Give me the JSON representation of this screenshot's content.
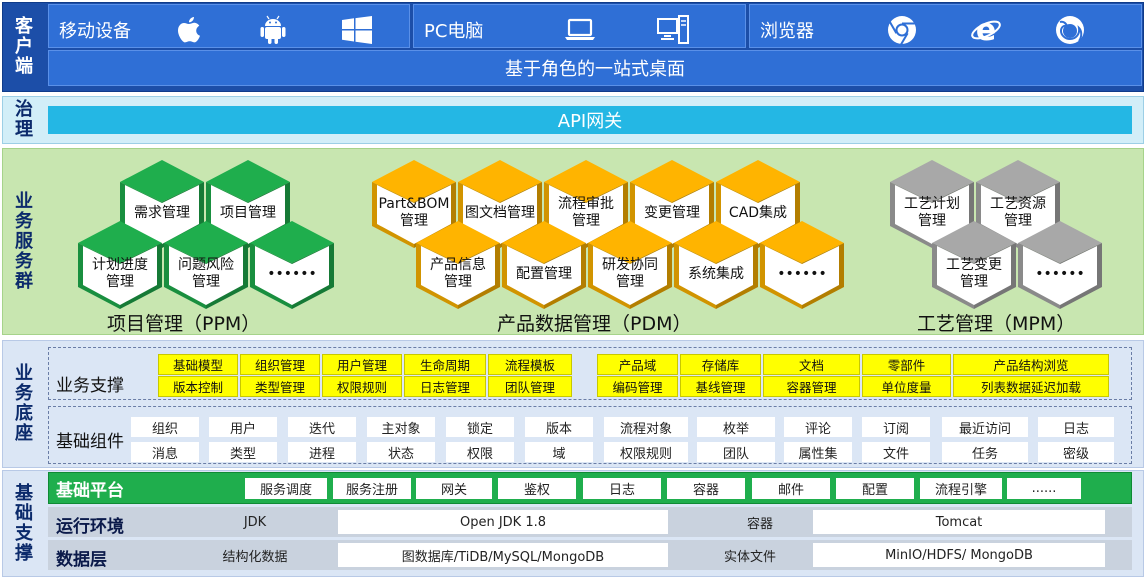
{
  "layers": {
    "client": [
      "客",
      "户",
      "端"
    ],
    "governance": [
      "治",
      "理"
    ],
    "service": [
      "业",
      "务",
      "服",
      "务",
      "群"
    ],
    "base": [
      "业",
      "务",
      "底",
      "座"
    ],
    "support": [
      "基",
      "础",
      "支",
      "撑"
    ]
  },
  "client": {
    "mobile": "移动设备",
    "pc": "PC电脑",
    "browser": "浏览器",
    "desktop": "基于角色的一站式桌面",
    "icons": [
      "apple-icon",
      "android-icon",
      "windows-icon",
      "laptop-icon",
      "desktop-pc-icon",
      "chrome-icon",
      "ie-icon",
      "firefox-icon"
    ]
  },
  "governance": {
    "api": "API网关"
  },
  "services": {
    "ppm": {
      "caption": "项目管理（PPM）",
      "color": "#1fae4d",
      "modules": [
        "需求管理",
        "项目管理",
        "计划进度\n管理",
        "问题风险\n管理",
        "••••••"
      ]
    },
    "pdm": {
      "caption": "产品数据管理（PDM）",
      "color": "#ffb400",
      "modules": [
        "Part&BOM\n管理",
        "图文档管理",
        "流程审批\n管理",
        "变更管理",
        "CAD集成",
        "产品信息\n管理",
        "配置管理",
        "研发协同\n管理",
        "系统集成",
        "••••••"
      ]
    },
    "mpm": {
      "caption": "工艺管理（MPM）",
      "color": "#a8a8a8",
      "modules": [
        "工艺计划\n管理",
        "工艺资源\n管理",
        "工艺变更\n管理",
        "••••••"
      ]
    }
  },
  "base": {
    "support_label": "业务支撑",
    "support_left": [
      [
        "基础模型",
        "组织管理",
        "用户管理",
        "生命周期",
        "流程模板"
      ],
      [
        "版本控制",
        "类型管理",
        "权限规则",
        "日志管理",
        "团队管理"
      ]
    ],
    "support_right": [
      [
        "产品域",
        "存储库",
        "文档",
        "零部件",
        "产品结构浏览"
      ],
      [
        "编码管理",
        "基线管理",
        "容器管理",
        "单位度量",
        "列表数据延迟加载"
      ]
    ],
    "components_label": "基础组件",
    "components": [
      [
        "组织",
        "用户",
        "迭代",
        "主对象",
        "锁定",
        "版本",
        "流程对象",
        "枚举",
        "评论",
        "订阅",
        "最近访问",
        "日志"
      ],
      [
        "消息",
        "类型",
        "进程",
        "状态",
        "权限",
        "域",
        "权限规则",
        "团队",
        "属性集",
        "文件",
        "任务",
        "密级"
      ]
    ]
  },
  "support": {
    "platform_label": "基础平台",
    "platform_items": [
      "服务调度",
      "服务注册",
      "网关",
      "鉴权",
      "日志",
      "容器",
      "邮件",
      "配置",
      "流程引擎",
      "......"
    ],
    "runtime_label": "运行环境",
    "runtime": {
      "k1": "JDK",
      "v1": "Open JDK 1.8",
      "k2": "容器",
      "v2": "Tomcat"
    },
    "data_label": "数据层",
    "data": {
      "k1": "结构化数据",
      "v1": "图数据库/TiDB/MySQL/MongoDB",
      "k2": "实体文件",
      "v2": "MinIO/HDFS/ MongoDB"
    }
  }
}
